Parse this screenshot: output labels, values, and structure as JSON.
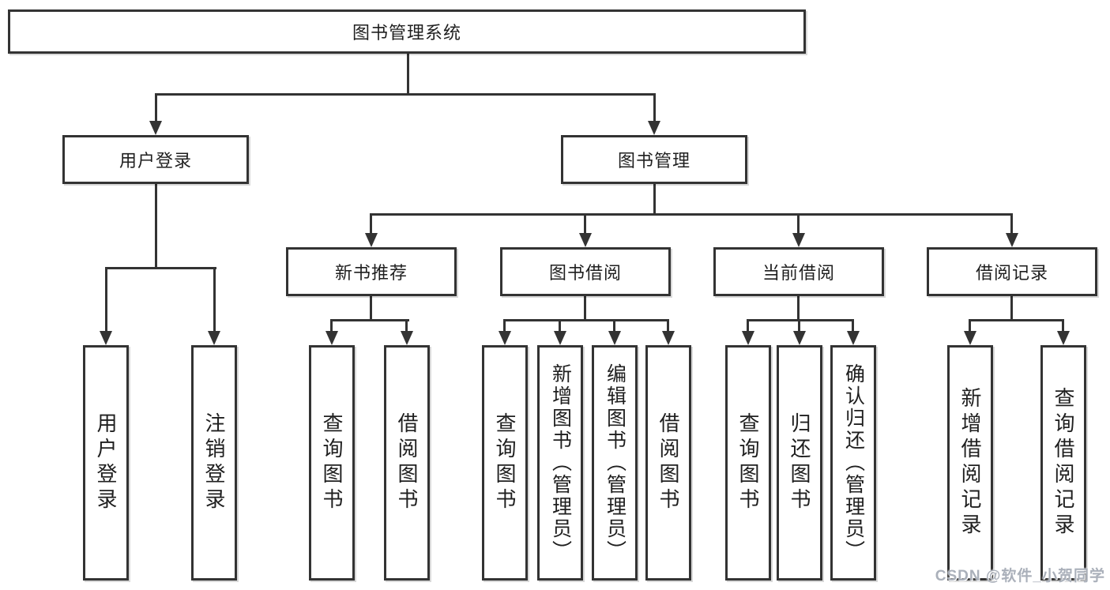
{
  "tree": {
    "root": {
      "label": "图书管理系统"
    },
    "children": [
      {
        "label": "用户登录",
        "children": [
          {
            "label": "用户登录"
          },
          {
            "label": "注销登录"
          }
        ]
      },
      {
        "label": "图书管理",
        "children": [
          {
            "label": "新书推荐",
            "children": [
              {
                "label": "查询图书"
              },
              {
                "label": "借阅图书"
              }
            ]
          },
          {
            "label": "图书借阅",
            "children": [
              {
                "label": "查询图书"
              },
              {
                "label": "新增图书（管理员）"
              },
              {
                "label": "编辑图书（管理员）"
              },
              {
                "label": "借阅图书"
              }
            ]
          },
          {
            "label": "当前借阅",
            "children": [
              {
                "label": "查询图书"
              },
              {
                "label": "归还图书"
              },
              {
                "label": "确认归还（管理员）"
              }
            ]
          },
          {
            "label": "借阅记录",
            "children": [
              {
                "label": "新增借阅记录"
              },
              {
                "label": "查询借阅记录"
              }
            ]
          }
        ]
      }
    ]
  },
  "watermark": "CSDN @软件_小贺同学",
  "colors": {
    "line": "#333333",
    "text": "#1f1f1f",
    "background": "#ffffff",
    "watermark": "#aab0ba"
  }
}
